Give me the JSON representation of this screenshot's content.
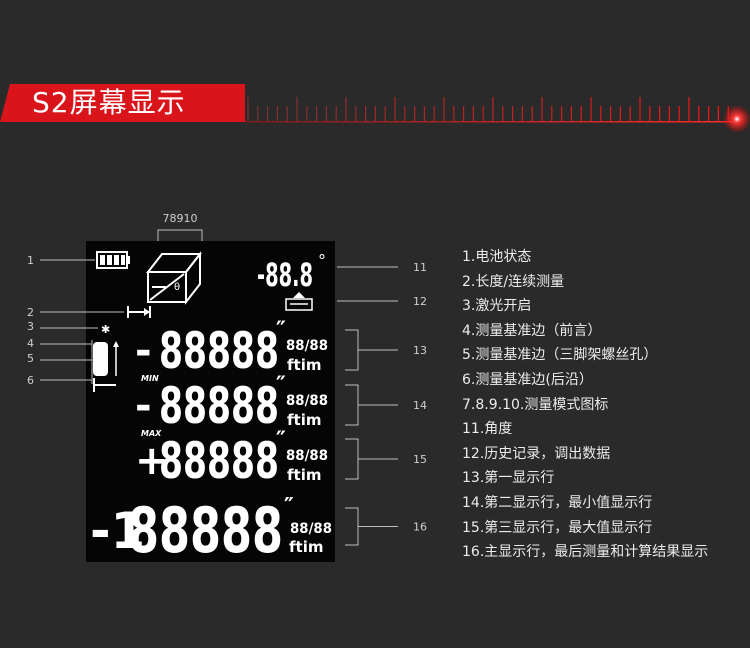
{
  "header": {
    "title": "S2屏幕显示",
    "accent_color": "#d9141b"
  },
  "lcd": {
    "bracket_label": "78910",
    "angle_readout": "-88.8",
    "angle_unit": "°",
    "rows": [
      {
        "sign": "-",
        "digits": "88888",
        "small_digits": "88/88",
        "unit": "ftim",
        "tag": ""
      },
      {
        "sign": "-",
        "digits": "88888",
        "small_digits": "88/88",
        "unit": "ftim",
        "tag": "MIN"
      },
      {
        "sign": "+",
        "digits": "88888",
        "small_digits": "88/88",
        "unit": "ftim",
        "tag": "MAX"
      },
      {
        "sign": "-1",
        "digits": "88888",
        "small_digits": "88/88",
        "unit": "ftim",
        "tag": ""
      }
    ]
  },
  "callouts_left": [
    "1",
    "2",
    "3",
    "4",
    "5",
    "6"
  ],
  "callouts_right": [
    "11",
    "12",
    "13",
    "14",
    "15",
    "16"
  ],
  "legend": [
    "1.电池状态",
    "2.长度/连续测量",
    "3.激光开启",
    "4.测量基准边（前言）",
    "5.测量基准边（三脚架螺丝孔）",
    "6.测量基准边(后沿）",
    "7.8.9.10.测量模式图标",
    "11.角度",
    "12.历史记录，调出数据",
    "13.第一显示行",
    "14.第二显示行，最小值显示行",
    "15.第三显示行，最大值显示行",
    "16.主显示行，最后测量和计算结果显示"
  ]
}
